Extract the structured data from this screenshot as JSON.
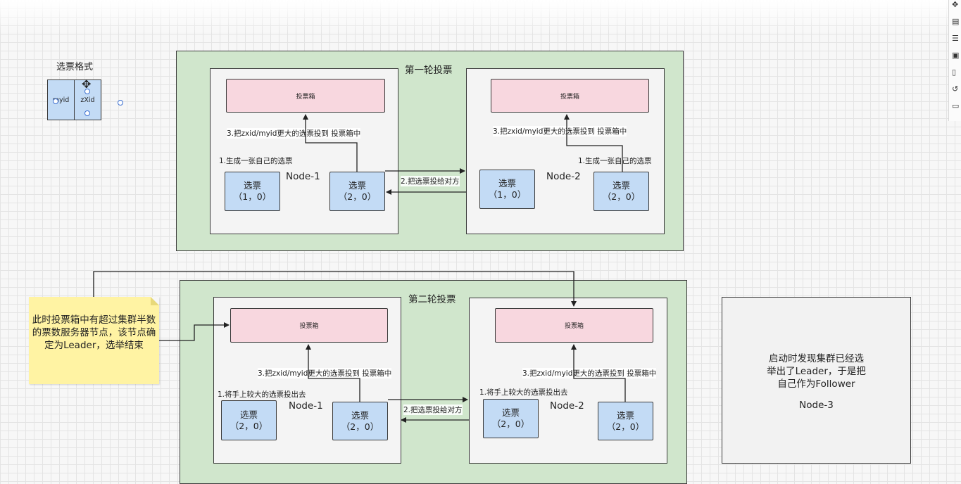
{
  "format": {
    "title": "选票格式",
    "cell1": "myid",
    "cell2": "zXid"
  },
  "round1": {
    "title": "第一轮投票",
    "node1": {
      "name": "Node-1",
      "box": "投票箱",
      "step1": "1.生成一张自己的选票",
      "step3": "3.把zxid/myid更大的选票投到 投票箱中",
      "ballotA": {
        "label": "选票",
        "value": "（1，0）"
      },
      "ballotB": {
        "label": "选票",
        "value": "（2，0）"
      }
    },
    "step2": "2.把选票投给对方",
    "node2": {
      "name": "Node-2",
      "box": "投票箱",
      "step1": "1.生成一张自己的选票",
      "step3": "3.把zxid/myid更大的选票投到 投票箱中",
      "ballotA": {
        "label": "选票",
        "value": "（1，0）"
      },
      "ballotB": {
        "label": "选票",
        "value": "（2，0）"
      }
    }
  },
  "round2": {
    "title": "第二轮投票",
    "node1": {
      "name": "Node-1",
      "box": "投票箱",
      "step1": "1.将手上较大的选票投出去",
      "step3": "3.把zxid/myid更大的选票投到 投票箱中",
      "ballotA": {
        "label": "选票",
        "value": "（2，0）"
      },
      "ballotB": {
        "label": "选票",
        "value": "（2，0）"
      }
    },
    "step2": "2.把选票投给对方",
    "node2": {
      "name": "Node-2",
      "box": "投票箱",
      "step1": "1.将手上较大的选票投出去",
      "step3": "3.把zxid/myid更大的选票投到 投票箱中",
      "ballotA": {
        "label": "选票",
        "value": "（2，0）"
      },
      "ballotB": {
        "label": "选票",
        "value": "（2，0）"
      }
    }
  },
  "note": {
    "text": "此时投票箱中有超过集群半数的票数服务器节点，该节点确定为Leader，选举结束"
  },
  "node3": {
    "text": "启动时发现集群已经选举出了Leader，于是把自己作为Follower",
    "name": "Node-3"
  },
  "toolbar": {
    "icons": [
      "move-icon",
      "format-panel-icon",
      "layers-icon",
      "outline-icon",
      "page-icon",
      "history-icon",
      "comment-icon"
    ]
  }
}
